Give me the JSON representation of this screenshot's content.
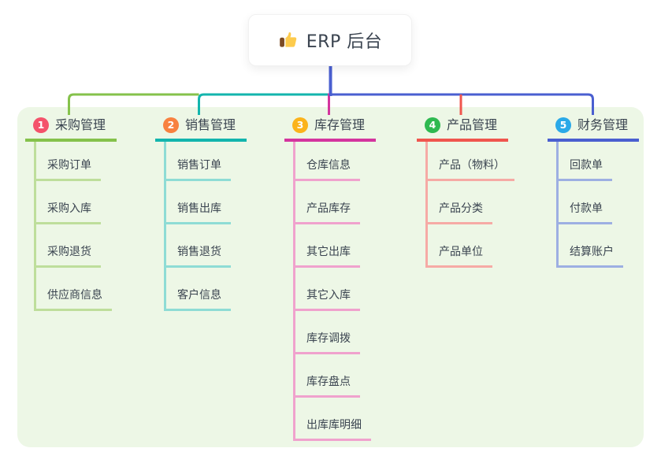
{
  "canvas": {
    "panel_bg": "#edf7e6",
    "background": "#ffffff"
  },
  "root": {
    "icon": "thumbs-up-icon",
    "label": "ERP 后台",
    "connector_color": "#4a5fd0"
  },
  "branches": [
    {
      "badge": "1",
      "label": "采购管理",
      "color": "#85c24b",
      "light_color": "#bede9b",
      "badge_color": "#f4526b",
      "children": [
        "采购订单",
        "采购入库",
        "采购退货",
        "供应商信息"
      ]
    },
    {
      "badge": "2",
      "label": "销售管理",
      "color": "#13b5ad",
      "light_color": "#8edcd5",
      "badge_color": "#f8813f",
      "children": [
        "销售订单",
        "销售出库",
        "销售退货",
        "客户信息"
      ]
    },
    {
      "badge": "3",
      "label": "库存管理",
      "color": "#d4359e",
      "light_color": "#f0a2cd",
      "badge_color": "#fbb31b",
      "children": [
        "仓库信息",
        "产品库存",
        "其它出库",
        "其它入库",
        "库存调拨",
        "库存盘点",
        "出库库明细"
      ]
    },
    {
      "badge": "4",
      "label": "产品管理",
      "color": "#f0564e",
      "light_color": "#f6aaa5",
      "badge_color": "#2eb950",
      "children": [
        "产品（物料）",
        "产品分类",
        "产品单位"
      ]
    },
    {
      "badge": "5",
      "label": "财务管理",
      "color": "#4a5fd0",
      "light_color": "#9dafe2",
      "badge_color": "#2aa9e8",
      "children": [
        "回款单",
        "付款单",
        "结算账户"
      ]
    }
  ]
}
